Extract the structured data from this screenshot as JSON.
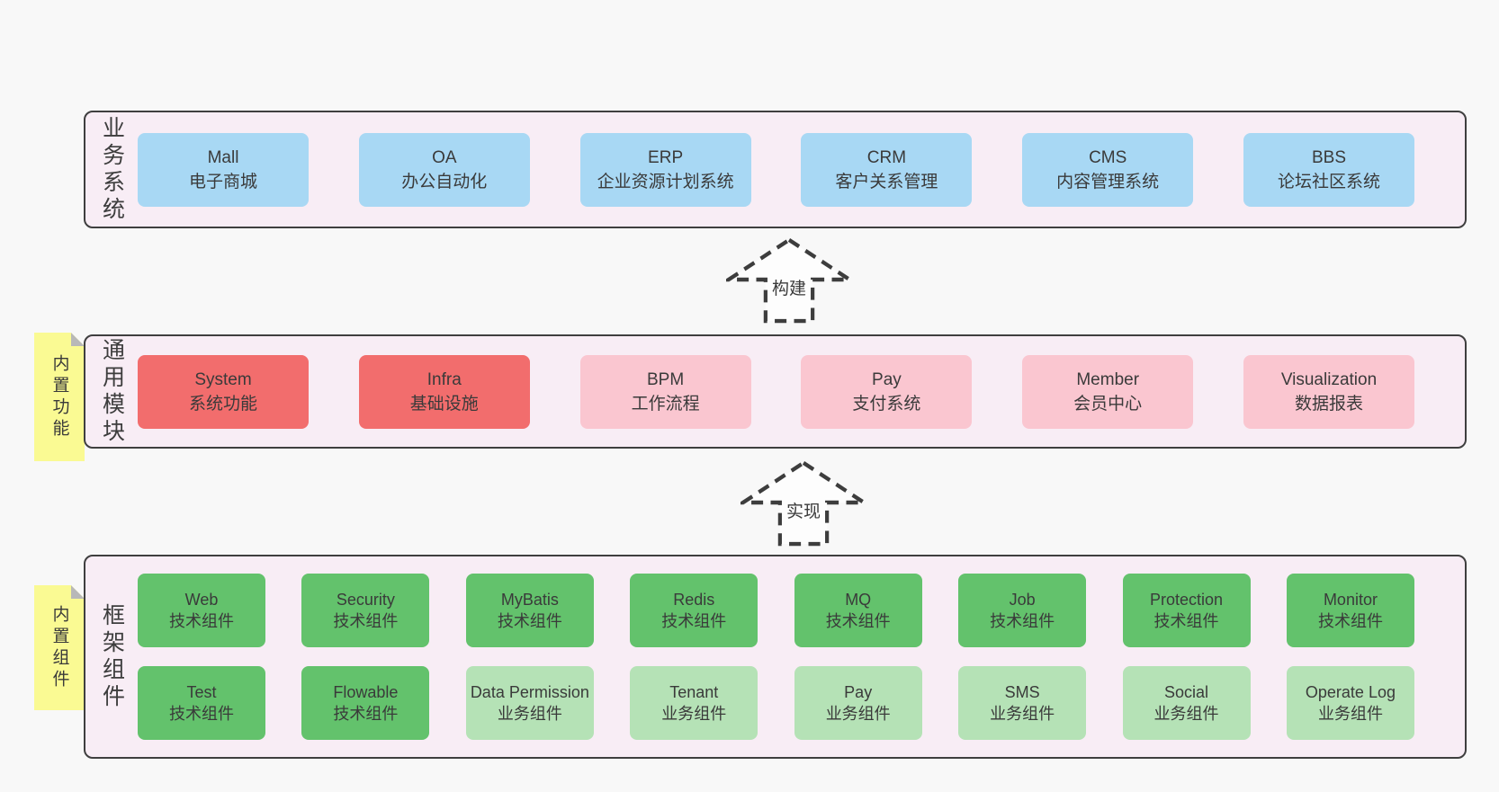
{
  "colors": {
    "page_bg": "#f8f8f8",
    "band_bg": "#f8edf5",
    "band_border": "#3f3f3f",
    "blue_box": "#a8d8f4",
    "red_box": "#f26d6d",
    "pink_box": "#fac6d0",
    "green_dark_box": "#63c26c",
    "green_light_box": "#b5e2b6",
    "sticky_yellow": "#fafa93",
    "text": "#3a3a3a"
  },
  "arrows": {
    "build": {
      "label": "构建"
    },
    "implement": {
      "label": "实现"
    }
  },
  "bands": {
    "business": {
      "label": "业务系统",
      "boxes": [
        {
          "en": "Mall",
          "zh": "电子商城",
          "type": "blue"
        },
        {
          "en": "OA",
          "zh": "办公自动化",
          "type": "blue"
        },
        {
          "en": "ERP",
          "zh": "企业资源计划系统",
          "type": "blue"
        },
        {
          "en": "CRM",
          "zh": "客户关系管理",
          "type": "blue"
        },
        {
          "en": "CMS",
          "zh": "内容管理系统",
          "type": "blue"
        },
        {
          "en": "BBS",
          "zh": "论坛社区系统",
          "type": "blue"
        }
      ]
    },
    "common": {
      "label": "通用模块",
      "sticky": "内置功能",
      "boxes": [
        {
          "en": "System",
          "zh": "系统功能",
          "type": "red"
        },
        {
          "en": "Infra",
          "zh": "基础设施",
          "type": "red"
        },
        {
          "en": "BPM",
          "zh": "工作流程",
          "type": "pink"
        },
        {
          "en": "Pay",
          "zh": "支付系统",
          "type": "pink"
        },
        {
          "en": "Member",
          "zh": "会员中心",
          "type": "pink"
        },
        {
          "en": "Visualization",
          "zh": "数据报表",
          "type": "pink"
        }
      ]
    },
    "framework": {
      "label": "框架组件",
      "sticky": "内置组件",
      "rows": [
        [
          {
            "en": "Web",
            "zh": "技术组件",
            "type": "green-dark"
          },
          {
            "en": "Security",
            "zh": "技术组件",
            "type": "green-dark"
          },
          {
            "en": "MyBatis",
            "zh": "技术组件",
            "type": "green-dark"
          },
          {
            "en": "Redis",
            "zh": "技术组件",
            "type": "green-dark"
          },
          {
            "en": "MQ",
            "zh": "技术组件",
            "type": "green-dark"
          },
          {
            "en": "Job",
            "zh": "技术组件",
            "type": "green-dark"
          },
          {
            "en": "Protection",
            "zh": "技术组件",
            "type": "green-dark"
          },
          {
            "en": "Monitor",
            "zh": "技术组件",
            "type": "green-dark"
          }
        ],
        [
          {
            "en": "Test",
            "zh": "技术组件",
            "type": "green-dark"
          },
          {
            "en": "Flowable",
            "zh": "技术组件",
            "type": "green-dark"
          },
          {
            "en": "Data Permission",
            "zh": "业务组件",
            "type": "green-light"
          },
          {
            "en": "Tenant",
            "zh": "业务组件",
            "type": "green-light"
          },
          {
            "en": "Pay",
            "zh": "业务组件",
            "type": "green-light"
          },
          {
            "en": "SMS",
            "zh": "业务组件",
            "type": "green-light"
          },
          {
            "en": "Social",
            "zh": "业务组件",
            "type": "green-light"
          },
          {
            "en": "Operate Log",
            "zh": "业务组件",
            "type": "green-light"
          }
        ]
      ]
    }
  }
}
